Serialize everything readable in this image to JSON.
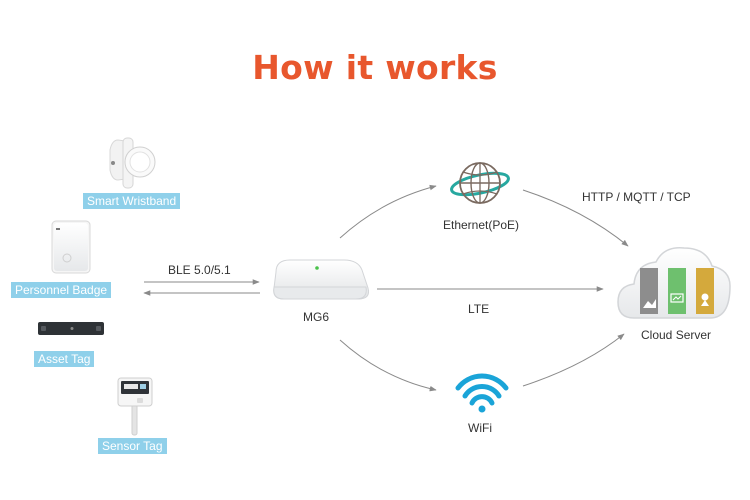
{
  "title": "How it works",
  "devices": {
    "wristband": "Smart Wristband",
    "badge": "Personnel Badge",
    "asset_tag": "Asset Tag",
    "sensor_tag": "Sensor Tag"
  },
  "gateway": {
    "name": "MG6",
    "link_label": "BLE 5.0/5.1"
  },
  "networks": {
    "ethernet": "Ethernet(PoE)",
    "lte": "LTE",
    "wifi": "WiFi"
  },
  "cloud": {
    "name": "Cloud Server",
    "protocols": "HTTP / MQTT / TCP"
  },
  "colors": {
    "title": "#e8572d",
    "chip": "#8fd0ea",
    "arrow": "#8a8a8a",
    "cloud_gray": "#8d8d8d",
    "cloud_green": "#6ec06e",
    "cloud_gold": "#d4a93c",
    "wifi": "#1aa4d8",
    "globe": "#7a6a60",
    "orbit": "#27a8a0"
  },
  "icons": {
    "wristband": "smart-wristband-icon",
    "badge": "personnel-badge-icon",
    "asset_tag": "asset-tag-icon",
    "sensor_tag": "sensor-tag-icon",
    "gateway": "gateway-device-icon",
    "ethernet": "globe-icon",
    "wifi": "wifi-icon",
    "cloud": "cloud-server-icon"
  }
}
